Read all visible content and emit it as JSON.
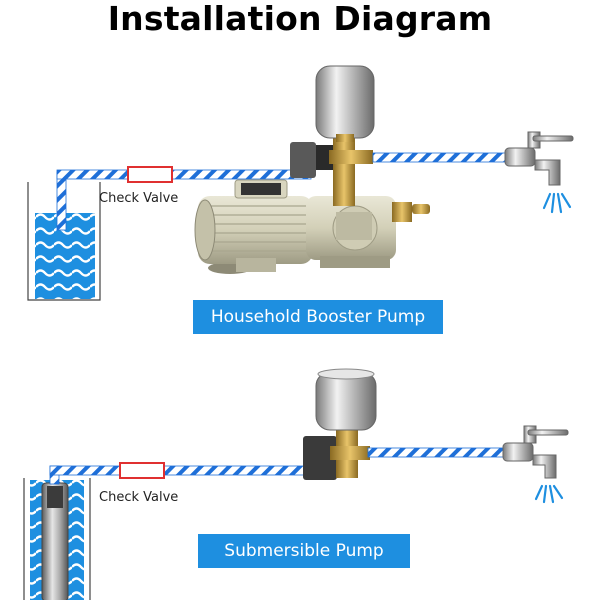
{
  "title": "Installation Diagram",
  "top_section": {
    "check_valve_label": "Check Valve",
    "pump_label": "Household Booster Pump"
  },
  "bottom_section": {
    "check_valve_label": "Check Valve",
    "pump_label": "Submersible Pump"
  },
  "colors": {
    "water": "#1e8fe0",
    "pipe_stripe": "#1e6fd8",
    "check_valve": "#e03030",
    "brass": "#c9a24a",
    "pump_body": "#d6d3bd"
  }
}
